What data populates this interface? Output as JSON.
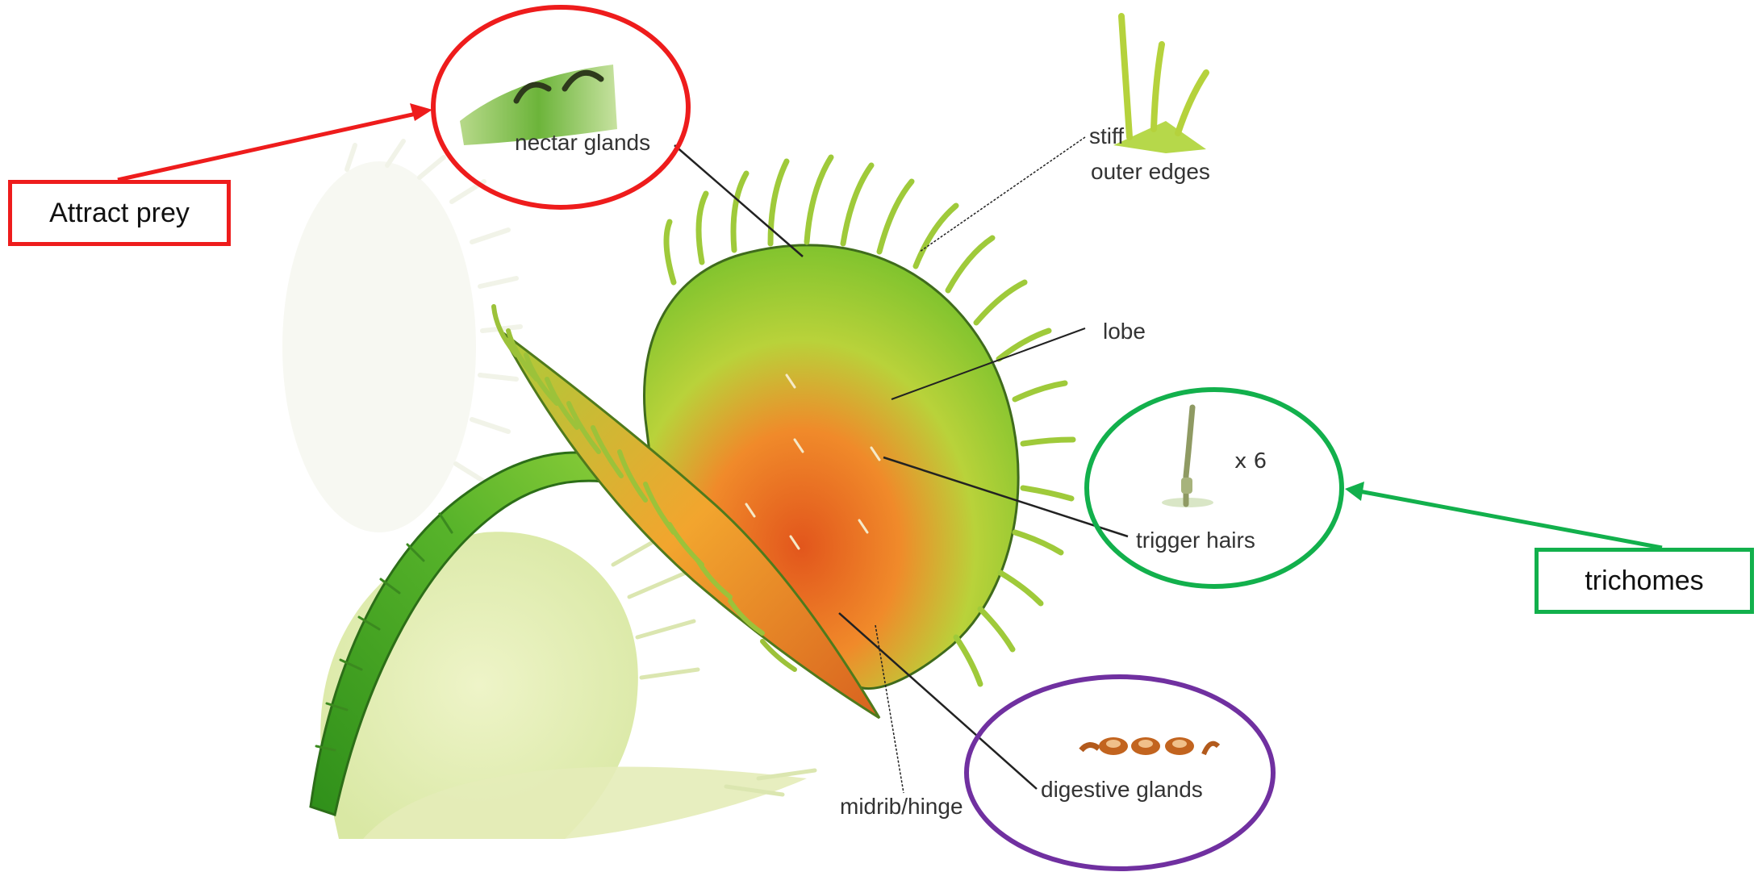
{
  "labels": {
    "nectar_glands": "nectar glands",
    "stiff": "stiff",
    "outer_edges": "outer edges",
    "lobe": "lobe",
    "trigger_hairs": "trigger hairs",
    "times_six": "x 6",
    "midrib_hinge": "midrib/hinge",
    "digestive_glands": "digestive glands"
  },
  "callouts": {
    "attract_prey": "Attract prey",
    "trichomes": "trichomes"
  },
  "colors": {
    "red_annotation": "#ee1c1c",
    "green_annotation": "#12b04c",
    "purple_annotation": "#7030a0"
  }
}
